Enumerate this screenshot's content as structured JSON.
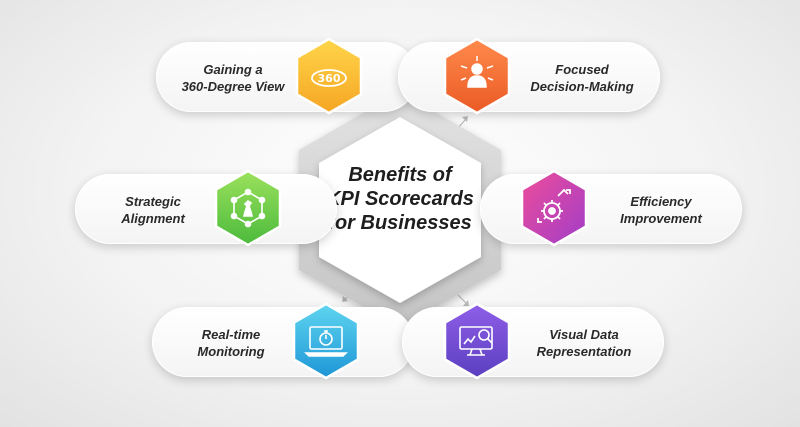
{
  "center": {
    "lines": [
      "Benefits of",
      "KPI Scorecards",
      "for Businesses"
    ]
  },
  "benefits": [
    {
      "lines": [
        "Gaining a",
        "360-Degree View"
      ],
      "color_top": "#ffd54a",
      "color_bottom": "#f5a623",
      "icon": "360-icon",
      "icon_text": "360"
    },
    {
      "lines": [
        "Focused",
        "Decision-Making"
      ],
      "color_top": "#ff8a4c",
      "color_bottom": "#ea5a24",
      "icon": "decision-maker-icon"
    },
    {
      "lines": [
        "Strategic",
        "Alignment"
      ],
      "color_top": "#9be15d",
      "color_bottom": "#4cba3c",
      "icon": "strategy-network-icon"
    },
    {
      "lines": [
        "Efficiency",
        "Improvement"
      ],
      "color_top": "#ee4d9a",
      "color_bottom": "#a13dc8",
      "icon": "gear-growth-icon"
    },
    {
      "lines": [
        "Real-time",
        "Monitoring"
      ],
      "color_top": "#5fd5f0",
      "color_bottom": "#1e96d6",
      "icon": "stopwatch-laptop-icon"
    },
    {
      "lines": [
        "Visual Data",
        "Representation"
      ],
      "color_top": "#8f5ee8",
      "color_bottom": "#5a3fc0",
      "icon": "data-search-monitor-icon"
    }
  ],
  "colors": {
    "center_hex_outer": "#d4d4d4",
    "center_hex_inner": "#ffffff",
    "text": "#2a2a2a"
  }
}
